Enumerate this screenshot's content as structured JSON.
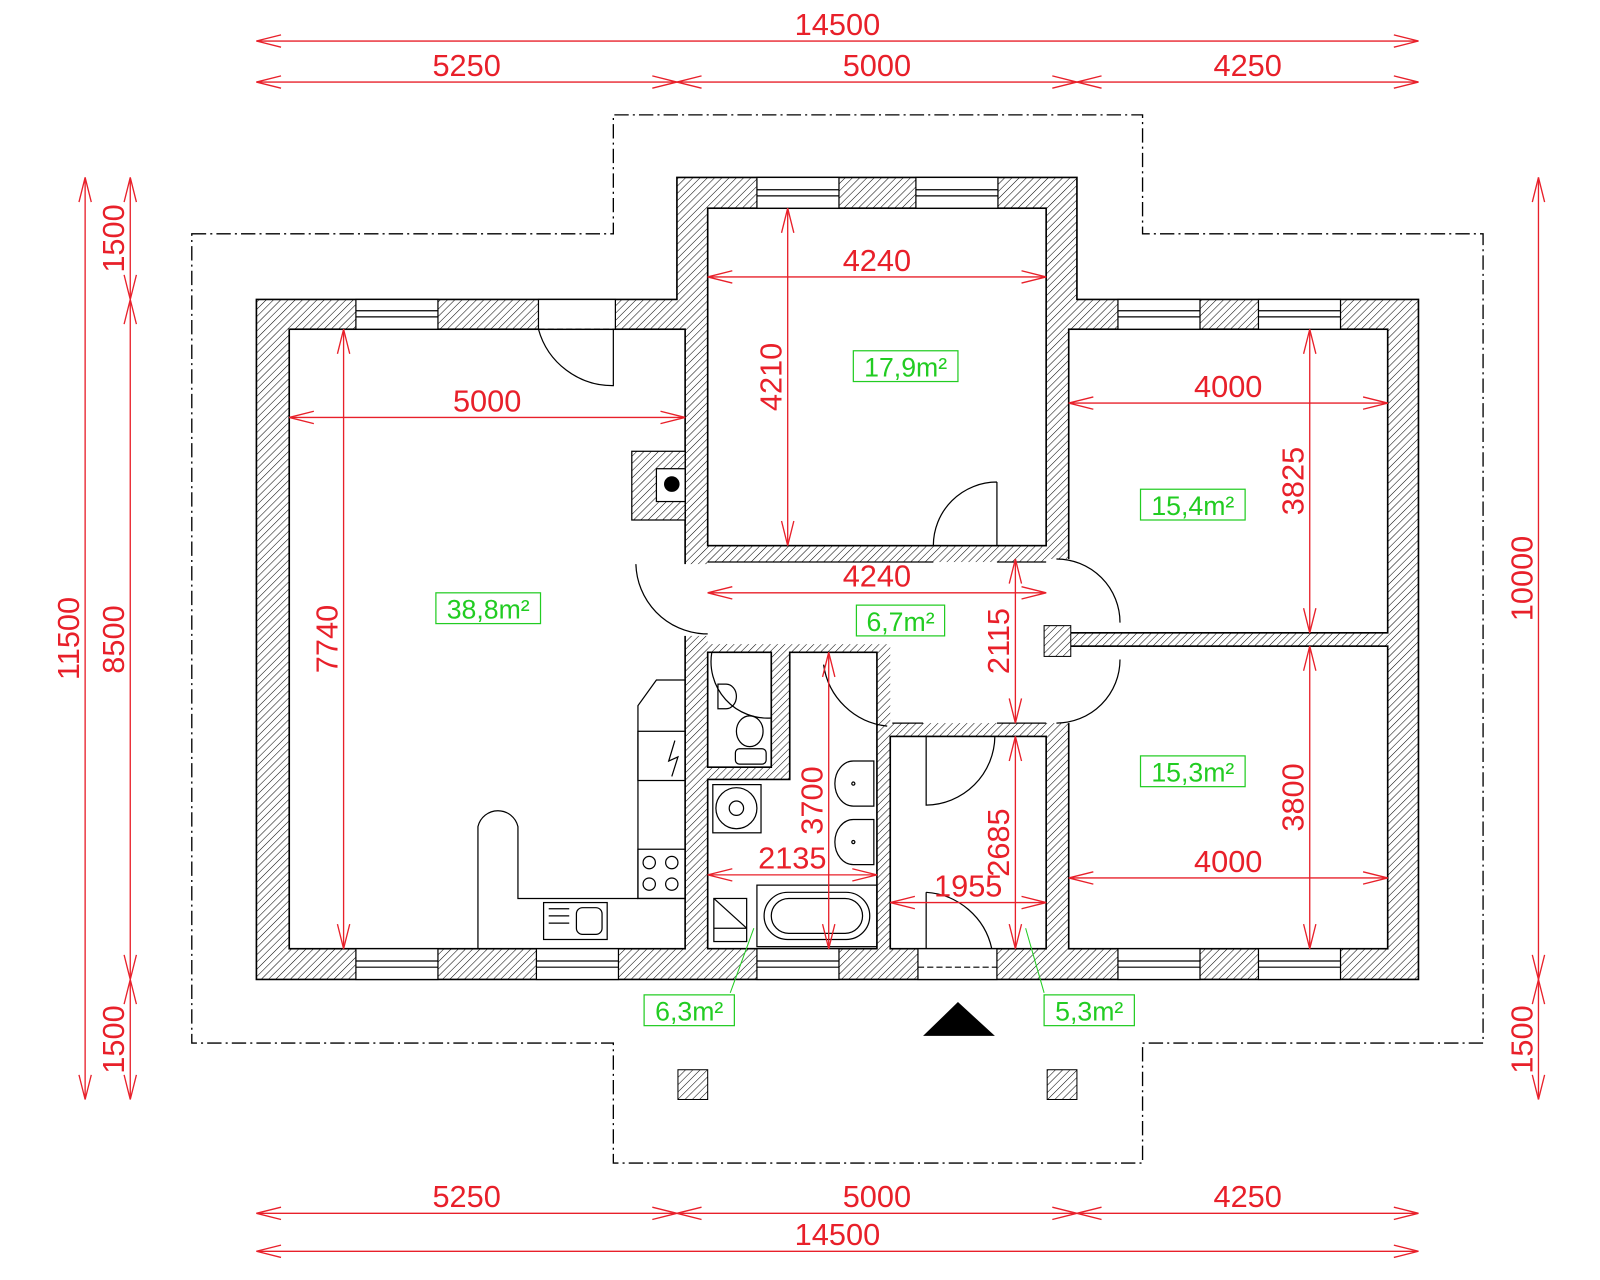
{
  "title": "Floor plan",
  "dimensions": [
    {
      "id": "overall-top",
      "value": "14500"
    },
    {
      "id": "top-left",
      "value": "5250"
    },
    {
      "id": "top-center",
      "value": "5000"
    },
    {
      "id": "top-right",
      "value": "4250"
    },
    {
      "id": "overall-bottom",
      "value": "14500"
    },
    {
      "id": "bottom-left",
      "value": "5250"
    },
    {
      "id": "bottom-center",
      "value": "5000"
    },
    {
      "id": "bottom-right",
      "value": "4250"
    },
    {
      "id": "overall-left",
      "value": "11500"
    },
    {
      "id": "left-top",
      "value": "1500"
    },
    {
      "id": "left-middle",
      "value": "8500"
    },
    {
      "id": "left-bottom",
      "value": "1500"
    },
    {
      "id": "overall-right",
      "value": "10000"
    },
    {
      "id": "right-bottom",
      "value": "1500"
    },
    {
      "id": "bedroom-top-width",
      "value": "4240"
    },
    {
      "id": "bedroom-top-depth",
      "value": "4210"
    },
    {
      "id": "living-width",
      "value": "5000"
    },
    {
      "id": "living-depth",
      "value": "7740"
    },
    {
      "id": "bedroom-ne-width",
      "value": "4000"
    },
    {
      "id": "bedroom-ne-depth",
      "value": "3825"
    },
    {
      "id": "hall-width",
      "value": "4240"
    },
    {
      "id": "hall-depth",
      "value": "2115"
    },
    {
      "id": "bath-depth",
      "value": "3700"
    },
    {
      "id": "bath-width",
      "value": "2135"
    },
    {
      "id": "small-room-width",
      "value": "1955"
    },
    {
      "id": "small-room-depth",
      "value": "2685"
    },
    {
      "id": "bedroom-se-width",
      "value": "4000"
    },
    {
      "id": "bedroom-se-depth",
      "value": "3800"
    }
  ],
  "areas": [
    {
      "room": "bedroom-top",
      "label": "17,9m²"
    },
    {
      "room": "bedroom-ne",
      "label": "15,4m²"
    },
    {
      "room": "hall",
      "label": "6,7m²"
    },
    {
      "room": "living-kitchen",
      "label": "38,8m²"
    },
    {
      "room": "bedroom-se",
      "label": "15,3m²"
    },
    {
      "room": "bathroom",
      "label": "6,3m²"
    },
    {
      "room": "small-room",
      "label": "5,3m²"
    }
  ],
  "colors": {
    "dimension": "#e8202a",
    "area": "#22cc22",
    "wall": "#000000"
  }
}
